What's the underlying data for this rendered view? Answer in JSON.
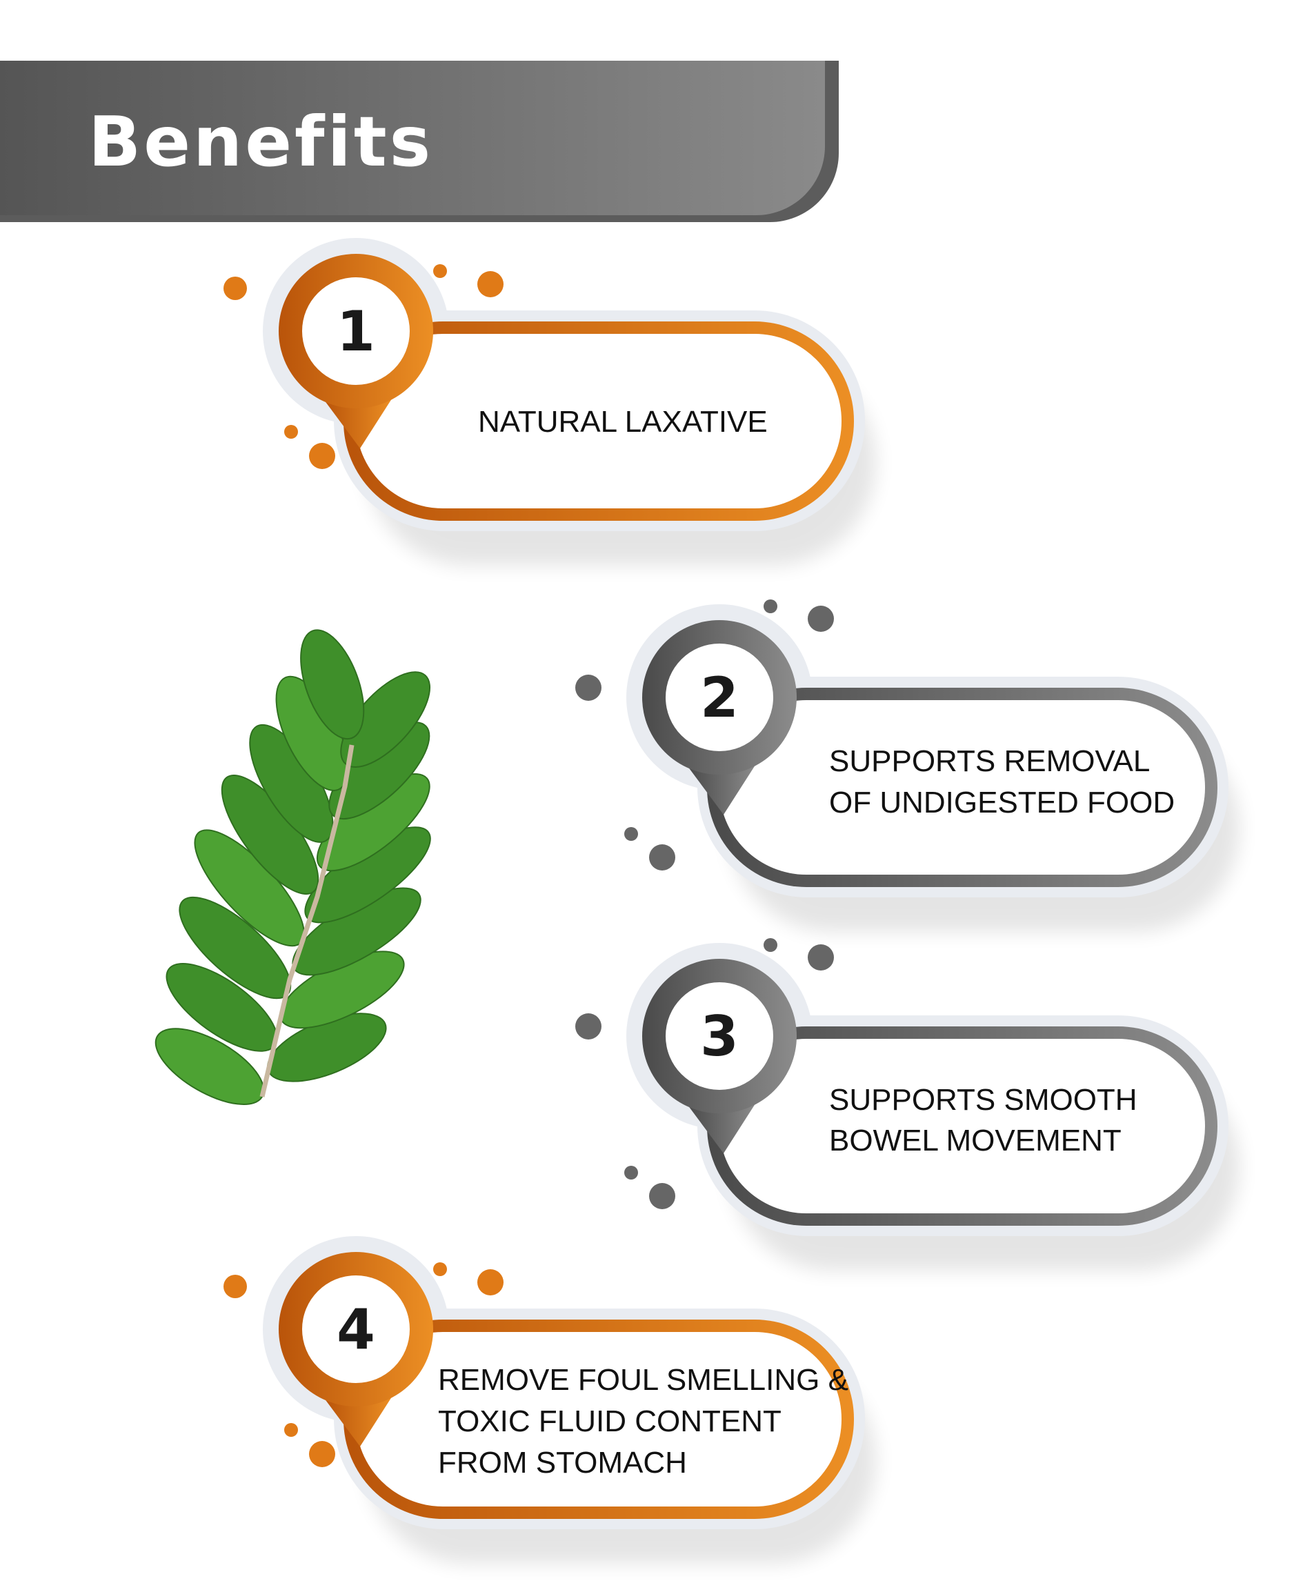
{
  "header": {
    "title": "Benefits"
  },
  "colors": {
    "orange_dark": "#c0580a",
    "orange_light": "#ea8c22",
    "gray_dark": "#4f4f4f",
    "gray_light": "#8a8a8a",
    "leaf_green": "#3f8f2a"
  },
  "benefits": [
    {
      "number": "1",
      "lines": [
        "NATURAL LAXATIVE"
      ]
    },
    {
      "number": "2",
      "lines": [
        "SUPPORTS REMOVAL",
        "OF UNDIGESTED FOOD"
      ]
    },
    {
      "number": "3",
      "lines": [
        "SUPPORTS SMOOTH",
        "BOWEL MOVEMENT"
      ]
    },
    {
      "number": "4",
      "lines": [
        "REMOVE FOUL SMELLING &",
        "TOXIC FLUID CONTENT",
        "FROM STOMACH"
      ]
    }
  ]
}
